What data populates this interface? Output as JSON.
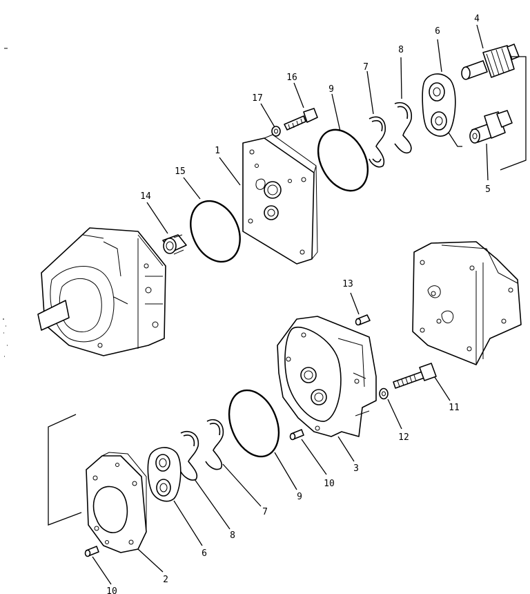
{
  "callouts": [
    {
      "id": "c1",
      "label": "1"
    },
    {
      "id": "c2",
      "label": "2"
    },
    {
      "id": "c3",
      "label": "3"
    },
    {
      "id": "c4",
      "label": "4"
    },
    {
      "id": "c5",
      "label": "5"
    },
    {
      "id": "c6a",
      "label": "6"
    },
    {
      "id": "c6b",
      "label": "6"
    },
    {
      "id": "c7a",
      "label": "7"
    },
    {
      "id": "c7b",
      "label": "7"
    },
    {
      "id": "c8a",
      "label": "8"
    },
    {
      "id": "c8b",
      "label": "8"
    },
    {
      "id": "c9a",
      "label": "9"
    },
    {
      "id": "c9b",
      "label": "9"
    },
    {
      "id": "c10a",
      "label": "10"
    },
    {
      "id": "c10b",
      "label": "10"
    },
    {
      "id": "c11",
      "label": "11"
    },
    {
      "id": "c12",
      "label": "12"
    },
    {
      "id": "c13",
      "label": "13"
    },
    {
      "id": "c14",
      "label": "14"
    },
    {
      "id": "c15",
      "label": "15"
    },
    {
      "id": "c16",
      "label": "16"
    },
    {
      "id": "c17",
      "label": "17"
    }
  ]
}
